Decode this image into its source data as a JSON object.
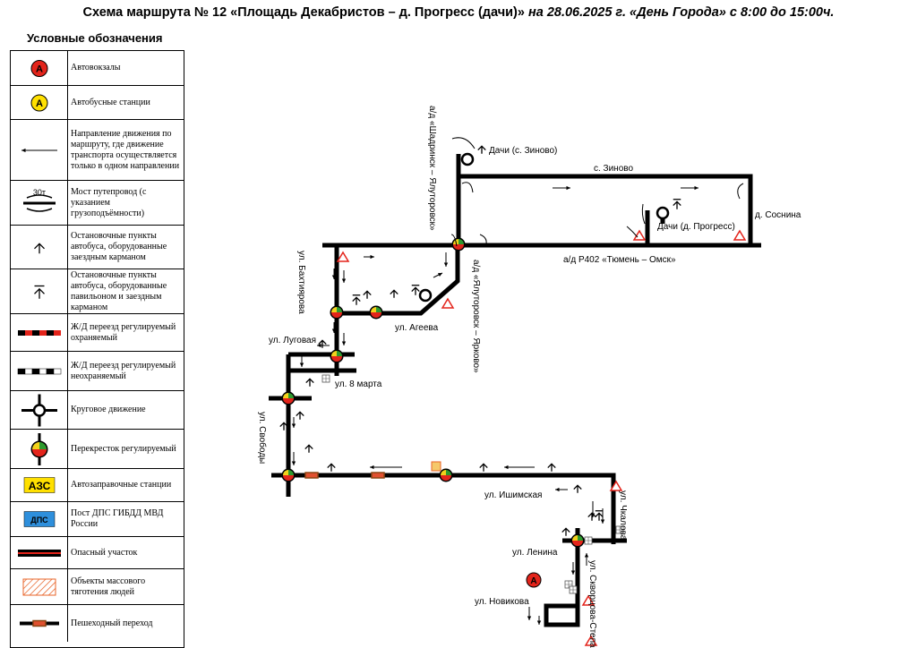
{
  "header": {
    "title_bold": "Схема маршрута № 12 «Площадь Декабристов – д. Прогресс (дачи)»",
    "title_italic": " на 28.06.2025 г. «День Города» с 8:00 до 15:00ч."
  },
  "legend": {
    "title": "Условные обозначения",
    "items": [
      {
        "icon": "bus-terminal-icon",
        "label": "Автовокзалы",
        "symbol_letter": "А",
        "color": "#e3241b"
      },
      {
        "icon": "bus-station-icon",
        "label": "Автобусные станции",
        "symbol_letter": "А",
        "color": "#ffe000"
      },
      {
        "icon": "one-way-arrow-icon",
        "label": "Направление движения по маршруту, где движение транспорта осуществляется только в одном направлении"
      },
      {
        "icon": "bridge-icon",
        "label": "Мост путепровод (с указанием грузоподъёмности)",
        "symbol_text": "30т"
      },
      {
        "icon": "bus-stop-pocket-icon",
        "label": "Остановочные пункты автобуса, оборудованные заездным карманом"
      },
      {
        "icon": "bus-stop-pavilion-icon",
        "label": "Остановочные пункты автобуса, оборудованные павильоном и заездным карманом"
      },
      {
        "icon": "guarded-crossing-icon",
        "label": "Ж/Д переезд регулируемый охраняемый"
      },
      {
        "icon": "unguarded-crossing-icon",
        "label": "Ж/Д переезд регулируемый неохраняемый"
      },
      {
        "icon": "roundabout-icon",
        "label": "Круговое движение"
      },
      {
        "icon": "traffic-light-icon",
        "label": "Перекресток регулируемый"
      },
      {
        "icon": "gas-station-icon",
        "label": "Автозаправочные станции",
        "symbol_text": "АЗС",
        "color": "#ffe000"
      },
      {
        "icon": "police-post-icon",
        "label": "Пост ДПС ГИБДД МВД России",
        "symbol_text": "ДПС",
        "color": "#2e8fdc"
      },
      {
        "icon": "danger-section-icon",
        "label": "Опасный участок"
      },
      {
        "icon": "crowd-area-icon",
        "label": "Объекты массового тяготения людей"
      },
      {
        "icon": "pedestrian-crossing-icon",
        "label": "Пешеходный переход"
      }
    ]
  },
  "map": {
    "labels": {
      "shadrinsk_road": "а/д «Шадринск – Ялуторовск»",
      "dachi_zinovo": "Дачи (с. Зиново)",
      "zinovo": "с. Зиново",
      "sosnina": "д. Соснина",
      "dachi_progress": "Дачи (д. Прогресс)",
      "r402": "а/д Р402 «Тюмень – Омск»",
      "yalutorovsk_yarkovo": "а/д «Ялуторовск – Ярково»",
      "bakhtiyarova": "ул. Бахтиярова",
      "ageeva": "ул. Агеева",
      "lugovaya": "ул. Луговая",
      "march8": "ул. 8 марта",
      "svobody": "ул. Свободы",
      "ishimskaya": "ул. Ишимская",
      "chkalova": "ул. Чкалова",
      "lenina": "ул. Ленина",
      "skvortsova": "ул. Скворцова-Степанова",
      "novikova": "ул. Новикова",
      "terminal_letter": "А"
    }
  },
  "colors": {
    "route": "#000000",
    "danger_red": "#e3241b",
    "signal_green": "#2e9a2e",
    "signal_yellow": "#f2d21c",
    "crossing_brown": "#8b4513",
    "crossing_red": "#e05030"
  }
}
